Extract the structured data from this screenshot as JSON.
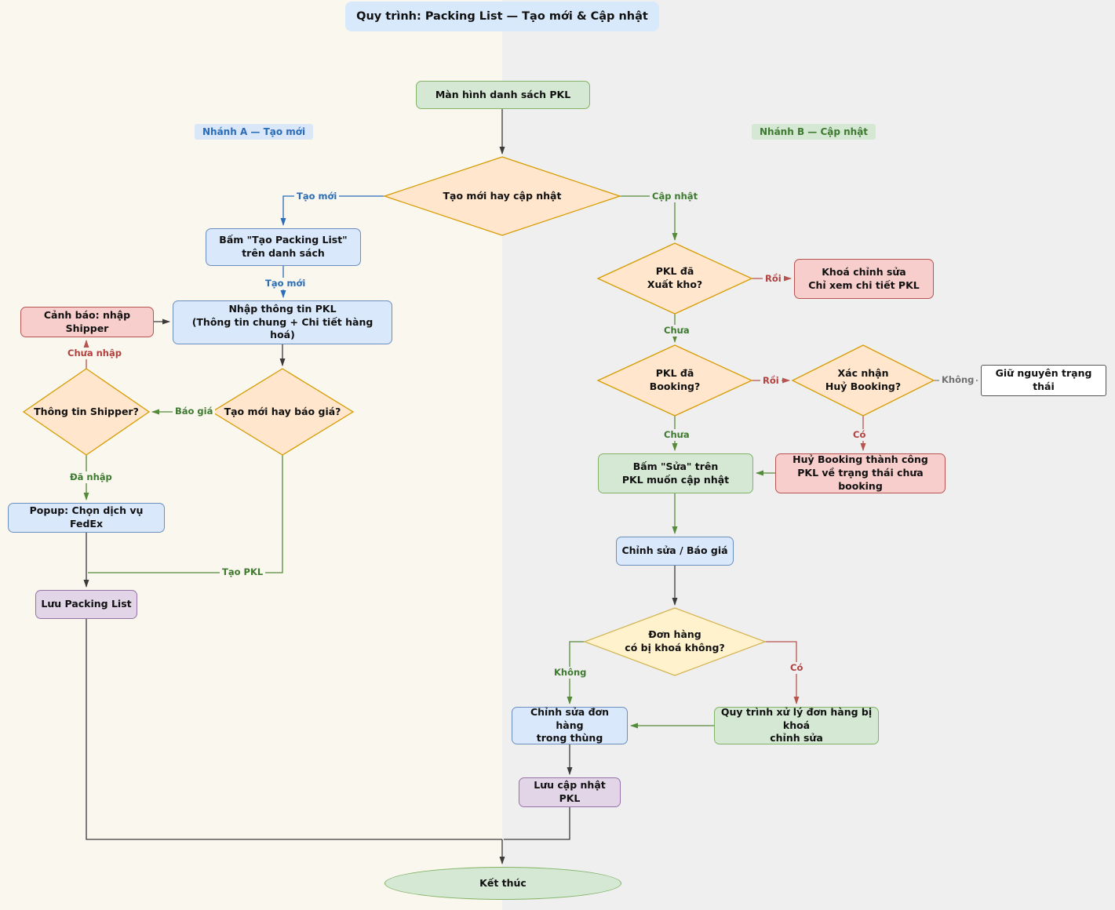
{
  "title": "Quy trình: Packing List — Tạo mới & Cập nhật",
  "branch_a": "Nhánh A — Tạo mới",
  "branch_b": "Nhánh B — Cập nhật",
  "nodes": {
    "start": "Màn hình danh sách PKL",
    "decision_main": "Tạo mới hay cập nhật",
    "create_click": "Bấm \"Tạo Packing List\"\ntrên danh sách",
    "input_info": "Nhập thông tin PKL\n(Thông tin chung + Chi tiết hàng hoá)",
    "warning_shipper": "Cảnh báo: nhập Shipper",
    "decision_shipper": "Thông tin Shipper?",
    "decision_quote": "Tạo mới hay báo giá?",
    "popup_fedex": "Popup: Chọn dịch vụ FedEx",
    "save_pkl": "Lưu Packing List",
    "decision_shipped": "PKL đã\nXuất kho?",
    "locked_view": "Khoá chỉnh sửa\nChỉ xem chi tiết PKL",
    "decision_booking": "PKL đã\nBooking?",
    "decision_cancel": "Xác nhận\nHuỷ Booking?",
    "keep_status": "Giữ nguyên trạng thái",
    "cancel_success": "Huỷ Booking thành công\nPKL về trạng thái chưa booking",
    "click_edit": "Bấm \"Sửa\" trên\nPKL muốn cập nhật",
    "edit_quote": "Chỉnh sửa / Báo giá",
    "decision_locked": "Đơn hàng\ncó bị khoá không?",
    "edit_order": "Chỉnh sửa đơn hàng\ntrong thùng",
    "locked_process": "Quy trình xử lý đơn hàng bị khoá\nchỉnh sửa",
    "save_update": "Lưu cập nhật PKL",
    "end": "Kết thúc"
  },
  "edge_labels": {
    "tao_moi_1": "Tạo mới",
    "cap_nhat": "Cập nhật",
    "tao_moi_2": "Tạo mới",
    "chua_nhap": "Chưa nhập",
    "bao_gia": "Báo giá",
    "da_nhap": "Đã nhập",
    "tao_pkl": "Tạo PKL",
    "roi_1": "Rồi",
    "chua_1": "Chưa",
    "roi_2": "Rồi",
    "khong_1": "Không",
    "chua_2": "Chưa",
    "co_1": "Có",
    "khong_2": "Không",
    "co_2": "Có"
  },
  "colors": {
    "background_left": "#f9f7ee",
    "background_right": "#efefef",
    "blue_fill": "#dae8fc",
    "blue_stroke": "#6c8ebf",
    "green_fill": "#d5e8d4",
    "green_stroke": "#82b366",
    "orange_fill": "#ffe6cc",
    "orange_stroke": "#d79b00",
    "yellow_fill": "#fff2cc",
    "yellow_stroke": "#d6b656",
    "red_fill": "#f8cecc",
    "red_stroke": "#b85450",
    "purple_fill": "#e1d5e7",
    "purple_stroke": "#9673a6",
    "edge_blue": "#2b6cb8",
    "edge_green": "#568a3a",
    "edge_red": "#b85450",
    "edge_gray": "#808080",
    "edge_black": "#3b3b3b"
  }
}
